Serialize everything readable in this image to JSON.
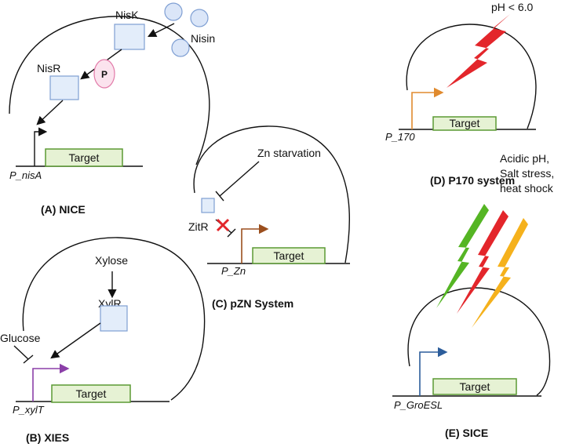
{
  "panels": {
    "a": {
      "caption": "(A) NICE",
      "kinase": "NisK",
      "regulator": "NisR",
      "phospho": "P",
      "inducer": "Nisin",
      "promoter": "P_nisA",
      "gene": "Target"
    },
    "b": {
      "caption": "(B) XIES",
      "inducer": "Xylose",
      "regulator": "XylR",
      "repressor_signal": "Glucose",
      "promoter": "P_xylT",
      "gene": "Target"
    },
    "c": {
      "caption": "(C) pZN System",
      "signal": "Zn starvation",
      "regulator": "ZitR",
      "promoter": "P_Zn",
      "gene": "Target"
    },
    "d": {
      "caption": "(D) P170 system",
      "signal": "pH < 6.0",
      "promoter": "P_170",
      "gene": "Target"
    },
    "e": {
      "caption": "(E) SICE",
      "signal_line1": "Acidic pH,",
      "signal_line2": "Salt stress,",
      "signal_line3": "heat shock",
      "promoter": "P_GroESL",
      "gene": "Target"
    }
  },
  "colors": {
    "protein_fill": "#e3edfa",
    "protein_stroke": "#7f9fd3",
    "gene_fill": "#e6f2d4",
    "gene_stroke": "#5c9a34",
    "phospho_fill": "#fbe3ee",
    "phospho_stroke": "#e27aa8",
    "promoter_b": "#8b3fa8",
    "promoter_c": "#9b4f1e",
    "promoter_d": "#e08a2e",
    "promoter_e": "#2c5d9b",
    "bolt_red": "#e3262b",
    "bolt_green": "#55b524",
    "bolt_yellow": "#f5b11c"
  }
}
